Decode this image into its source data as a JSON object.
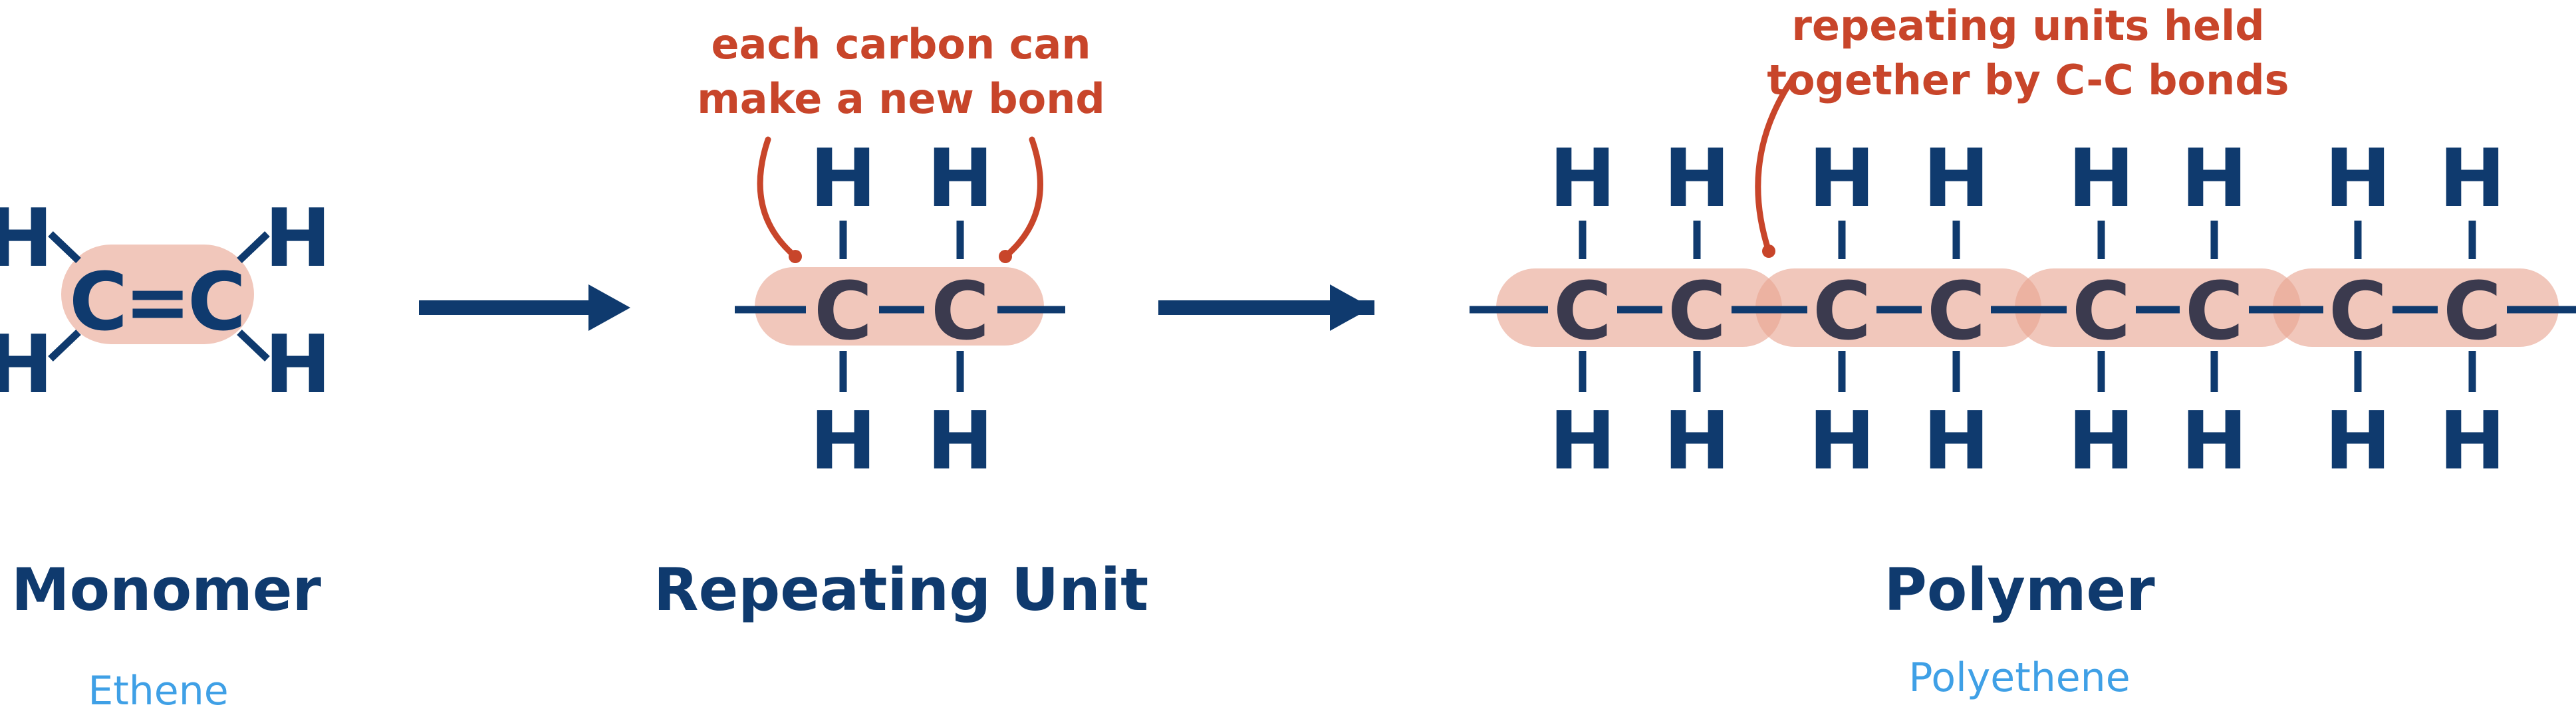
{
  "colors": {
    "atom": "#0f3a6e",
    "carbon": "#3b3a4e",
    "annotation": "#c8452a",
    "highlight": "#e8a592",
    "subtitle": "#3fa0e6"
  },
  "atoms": {
    "carbon": "C",
    "hydrogen": "H"
  },
  "panels": {
    "monomer": {
      "title": "Monomer",
      "name": "Ethene",
      "double_bond": "="
    },
    "repeating_unit": {
      "title": "Repeating Unit",
      "annotation_line1": "each carbon can",
      "annotation_line2": "make a new bond"
    },
    "polymer": {
      "title": "Polymer",
      "name": "Polyethene",
      "annotation_line1": "repeating units held",
      "annotation_line2": "together by C-C bonds"
    }
  }
}
